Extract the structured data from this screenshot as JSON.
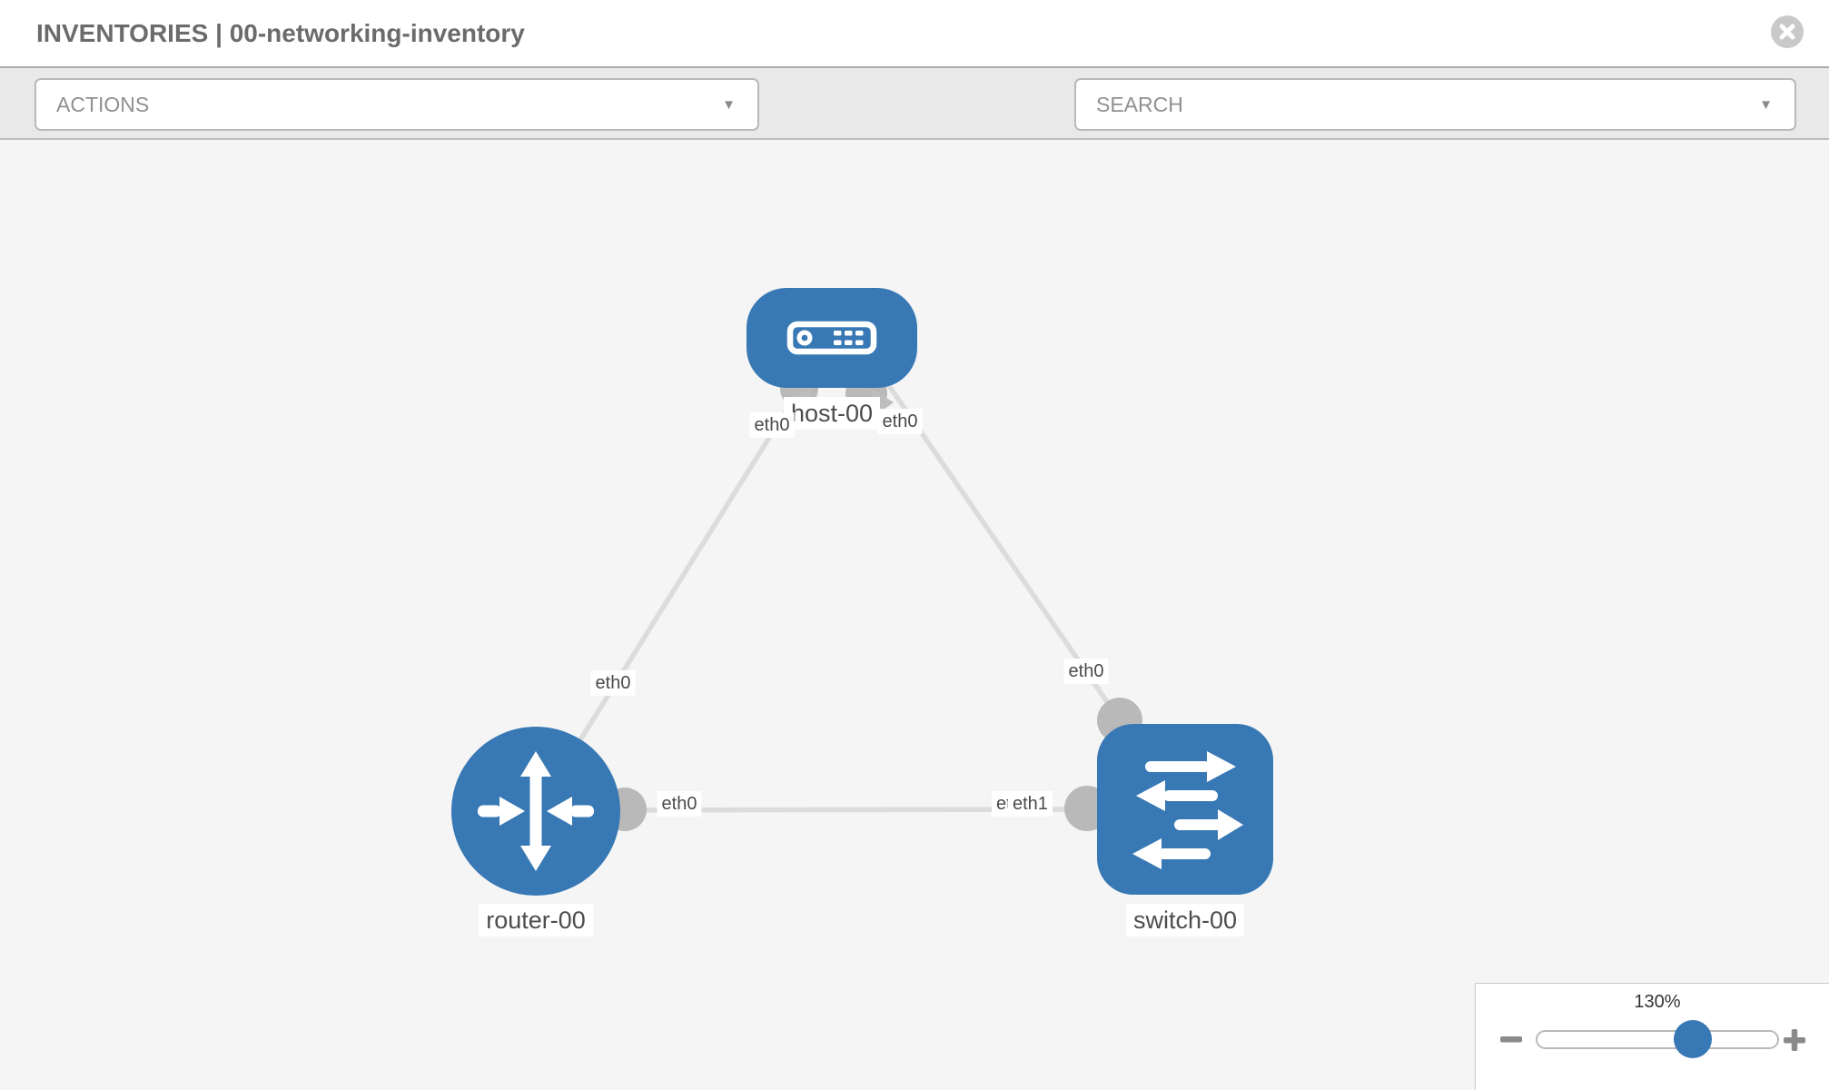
{
  "header": {
    "title": "INVENTORIES | 00-networking-inventory"
  },
  "toolbar": {
    "actions_label": "ACTIONS",
    "search_label": "SEARCH",
    "caret_char": "▼"
  },
  "icons": {
    "close": "x-circle-icon",
    "wrench": "wrench-icon",
    "key": "key-icon",
    "dropdown_caret": "caret-down-icon",
    "zoom_out": "minus-icon",
    "zoom_in": "plus-icon"
  },
  "topology": {
    "nodes": [
      {
        "id": "host-00",
        "label": "host-00",
        "type": "host",
        "icon": "host-device-icon"
      },
      {
        "id": "router-00",
        "label": "router-00",
        "type": "router",
        "icon": "router-arrows-icon"
      },
      {
        "id": "switch-00",
        "label": "switch-00",
        "type": "switch",
        "icon": "switch-arrows-icon"
      }
    ],
    "links": [
      {
        "from": "router-00",
        "to": "host-00",
        "from_iface": "eth0",
        "to_iface": "eth0"
      },
      {
        "from": "host-00",
        "to": "switch-00",
        "from_iface": "eth0",
        "to_iface": "eth0"
      },
      {
        "from": "router-00",
        "to": "switch-00",
        "from_iface": "eth0",
        "to_iface": "eth1"
      }
    ],
    "iface_labels": {
      "host_left": "eth0",
      "host_right": "eth0",
      "router_host_mid": "eth0",
      "switch_top": "eth0",
      "router_switch_near_router": "eth0",
      "router_switch_near_switch_back": "eth0",
      "router_switch_near_switch_front": "eth1"
    }
  },
  "zoom_control": {
    "value": "130%"
  },
  "colors": {
    "node_blue": "#3878b4",
    "edge_gray": "#dcdcdc",
    "iface_dot_gray": "#b9b9b9",
    "canvas_bg": "#f5f5f5",
    "toolbar_bg": "#e9e9e9"
  }
}
